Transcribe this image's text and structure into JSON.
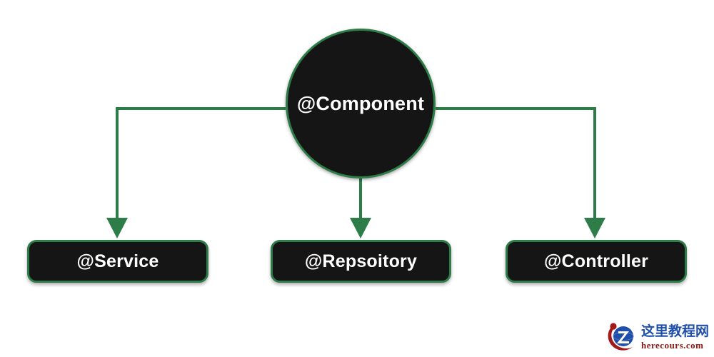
{
  "diagram": {
    "type": "hierarchy",
    "background_color": "#FFFFFF",
    "accent_color": "#2E7D48",
    "node_fill_color": "#151515",
    "node_text_color": "#FFFFFF",
    "root": {
      "label": "@Component",
      "shape": "circle"
    },
    "children": [
      {
        "id": "service",
        "label": "@Service",
        "shape": "rounded-rect"
      },
      {
        "id": "repsoitory",
        "label": "@Repsoitory",
        "shape": "rounded-rect"
      },
      {
        "id": "controller",
        "label": "@Controller",
        "shape": "rounded-rect"
      }
    ],
    "connectors": [
      {
        "from": "root",
        "to": "service",
        "style": "elbow-left",
        "arrow": "filled-triangle"
      },
      {
        "from": "root",
        "to": "repsoitory",
        "style": "straight",
        "arrow": "filled-triangle"
      },
      {
        "from": "root",
        "to": "controller",
        "style": "elbow-right",
        "arrow": "filled-triangle"
      }
    ]
  },
  "watermark": {
    "logo_icon": "z-circle-logo-icon",
    "site_name_cn": "这里教程网",
    "site_domain": "herecours.com",
    "logo_circle_color": "#1F4FA8",
    "logo_swoosh_color": "#A3181A",
    "text_color_cn": "#1F4FA8",
    "text_color_domain": "#8C1A14"
  }
}
